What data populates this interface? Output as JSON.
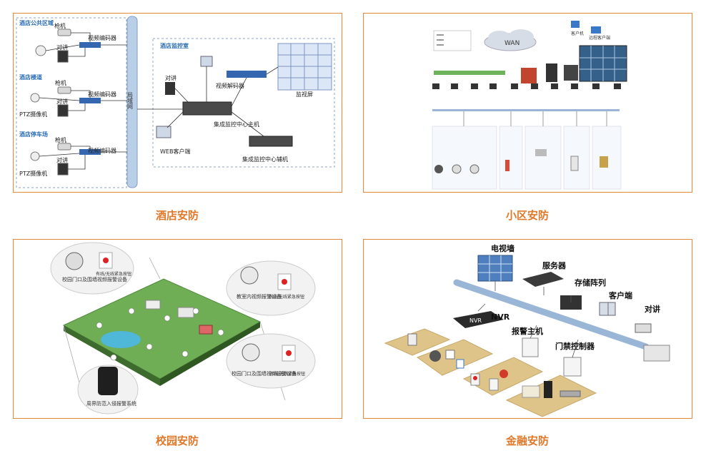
{
  "captions": {
    "hotel": "酒店安防",
    "community": "小区安防",
    "campus": "校园安防",
    "finance": "金融安防"
  },
  "hotel": {
    "zone_public": "酒店公共区域",
    "zone_floor": "酒店楼道",
    "zone_parking": "酒店停车场",
    "zone_monitor": "酒店监控室",
    "gun_camera": "枪机",
    "intercom": "对讲",
    "ptz_camera": "PTZ摄像机",
    "video_encoder": "视频编码器",
    "backbone": "局域网",
    "video_decoder": "视频解码器",
    "monitor_screen": "监视屏",
    "intercom_room": "对讲",
    "main_host": "集成监控中心主机",
    "web_client": "WEB客户端",
    "aux_host": "集成监控中心辅机"
  },
  "community": {
    "wan": "WAN",
    "remote_client_1": "客户机",
    "remote_client_2": "远程客户端"
  },
  "campus": {
    "bubble1": "校园门口及围墙视频报警设备",
    "bubble1_btn": "有线/无线紧急按钮",
    "bubble2": "教室内视频报警设备",
    "bubble2_btn": "有线/无线紧急按钮",
    "bubble3": "校园门口及围墙视频报警设备",
    "bubble3_btn": "有线/无线紧急按钮",
    "bubble4": "周界防范入侵报警系统"
  },
  "finance": {
    "video_wall": "电视墙",
    "server": "服务器",
    "storage": "存储阵列",
    "client": "客户端",
    "intercom": "对讲",
    "nvr": "NVR",
    "nvr_badge": "NVR",
    "alarm_host": "报警主机",
    "access_ctrl": "门禁控制器"
  },
  "colors": {
    "border": "#e0893a",
    "caption": "#e0782a",
    "zone_blue": "#2a6db5",
    "backbone": "#9ab6d6"
  }
}
